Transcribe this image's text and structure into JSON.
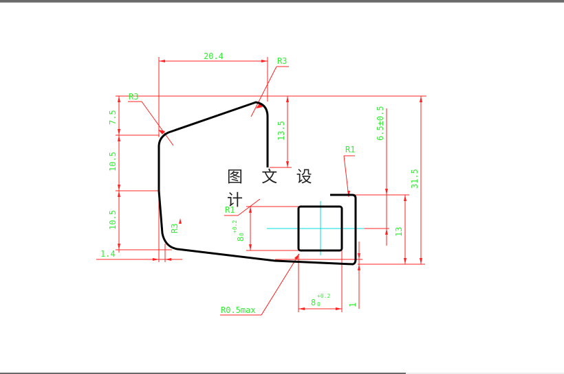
{
  "drawing": {
    "watermark": "图 文 设 计",
    "colors": {
      "outline": "#000000",
      "dimension_line": "#ff2222",
      "dimension_text": "#33ee33",
      "center_line": "#00dddd"
    },
    "dimensions": {
      "top_width": "20.4",
      "radius_top_right": "R3",
      "radius_top_left": "R3",
      "left_v1": "7.5",
      "left_v2": "10.5",
      "left_v3": "10.5",
      "left_offset": "1.4",
      "radius_bottom_left": "R3",
      "notch_depth": "13.5",
      "right_small_radius": "R1",
      "slot_tolerance_v": "6.5±0.5",
      "overall_height": "31.5",
      "slot_height": "13",
      "square_radius": "R1",
      "square_height_main": "8",
      "square_height_tol": "+0.2",
      "square_height_tol_low": "0",
      "square_width_main": "8",
      "square_width_tol": "+0.2",
      "square_width_tol_low": "0",
      "corner_max_radius": "R0.5max",
      "bottom_offset": "1"
    }
  }
}
